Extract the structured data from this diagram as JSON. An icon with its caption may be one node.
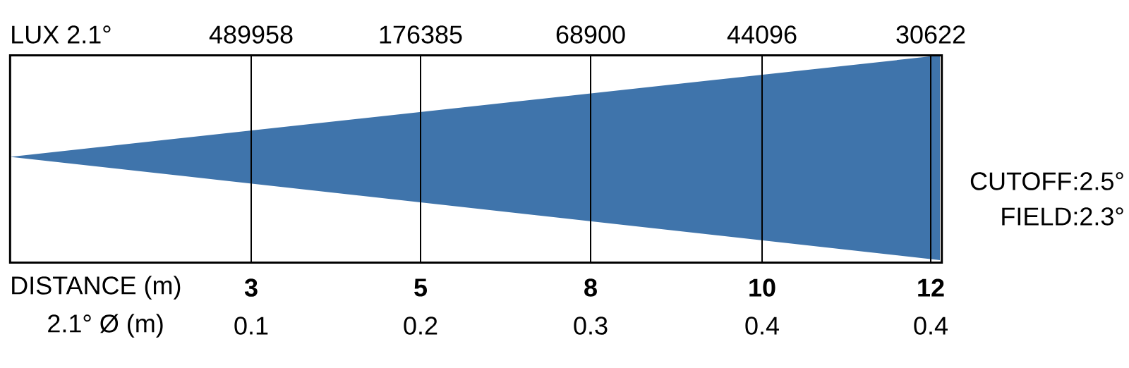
{
  "diagram": {
    "labels": [
      "LUX  2.1°",
      "489958",
      "176385",
      "68900",
      "44096",
      "30622",
      "CUTOFF:2.5°",
      "FIELD:2.3°",
      "DISTANCE (m)",
      "3",
      "5",
      "8",
      "10",
      "12",
      "2.1° Ø (m)",
      "0.1",
      "0.2",
      "0.3",
      "0.4",
      "0.4"
    ]
  }
}
